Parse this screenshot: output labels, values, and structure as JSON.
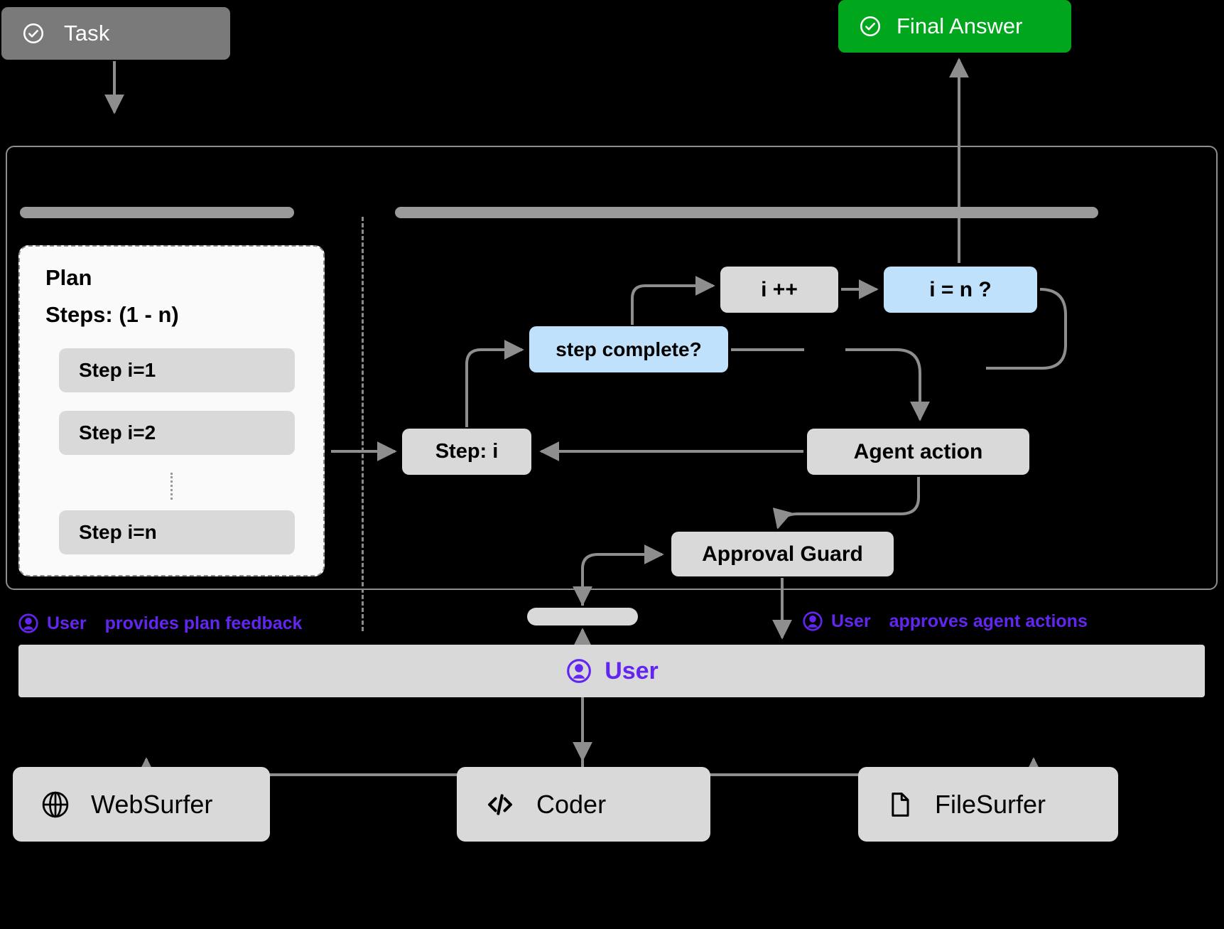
{
  "diagram": {
    "title_nodes": {
      "task": {
        "label": "Task",
        "icon": "check-circle-icon",
        "bg": "#7a7a7a",
        "fg": "#ffffff"
      },
      "final_answer": {
        "label": "Final Answer",
        "icon": "check-circle-icon",
        "bg": "#00a61b",
        "fg": "#ffffff"
      }
    },
    "plan_panel": {
      "title": "Plan",
      "steps_label": "Steps: (1 - n)",
      "steps": [
        {
          "label": "Step i=1"
        },
        {
          "label": "Step i=2"
        },
        {
          "label": "Step i=n"
        }
      ],
      "ellipsis": "vertical-dots"
    },
    "loop_nodes": [
      {
        "id": "step-i",
        "label": "Step: i",
        "kind": "process",
        "bg": "#d9d9d9"
      },
      {
        "id": "step-complete",
        "label": "step complete?",
        "kind": "decision",
        "bg": "#bfe1fb"
      },
      {
        "id": "i-increment",
        "label": "i ++",
        "kind": "process",
        "bg": "#d9d9d9"
      },
      {
        "id": "i-eq-n",
        "label": "i = n ?",
        "kind": "decision",
        "bg": "#bfe1fb"
      },
      {
        "id": "agent-action",
        "label": "Agent action",
        "kind": "process",
        "bg": "#d9d9d9"
      },
      {
        "id": "approval-guard",
        "label": "Approval Guard",
        "kind": "process",
        "bg": "#d9d9d9"
      }
    ],
    "annotations": [
      {
        "id": "plan-feedback",
        "icon": "user-circle-icon",
        "subject": "User",
        "text": "provides plan feedback",
        "color": "#6326f0"
      },
      {
        "id": "approve-actions",
        "icon": "user-circle-icon",
        "subject": "User",
        "text": "approves agent actions",
        "color": "#6326f0"
      }
    ],
    "user_lane": {
      "label": "User",
      "icon": "user-circle-icon",
      "color": "#6326f0",
      "bg": "#d9d9d9"
    },
    "agents": [
      {
        "id": "websurfer",
        "label": "WebSurfer",
        "icon": "globe-icon"
      },
      {
        "id": "coder",
        "label": "Coder",
        "icon": "code-brackets-icon"
      },
      {
        "id": "filesurfer",
        "label": "FileSurfer",
        "icon": "file-document-icon"
      }
    ],
    "colors": {
      "background": "#000000",
      "process_node": "#d9d9d9",
      "decision_node": "#bfe1fb",
      "wire": "#8e8e8e",
      "accent_purple": "#6326f0",
      "success_green": "#00a61b",
      "task_gray": "#7a7a7a",
      "titlebar_gray": "#9a9a9a",
      "plan_card_bg": "#fafafa"
    }
  }
}
